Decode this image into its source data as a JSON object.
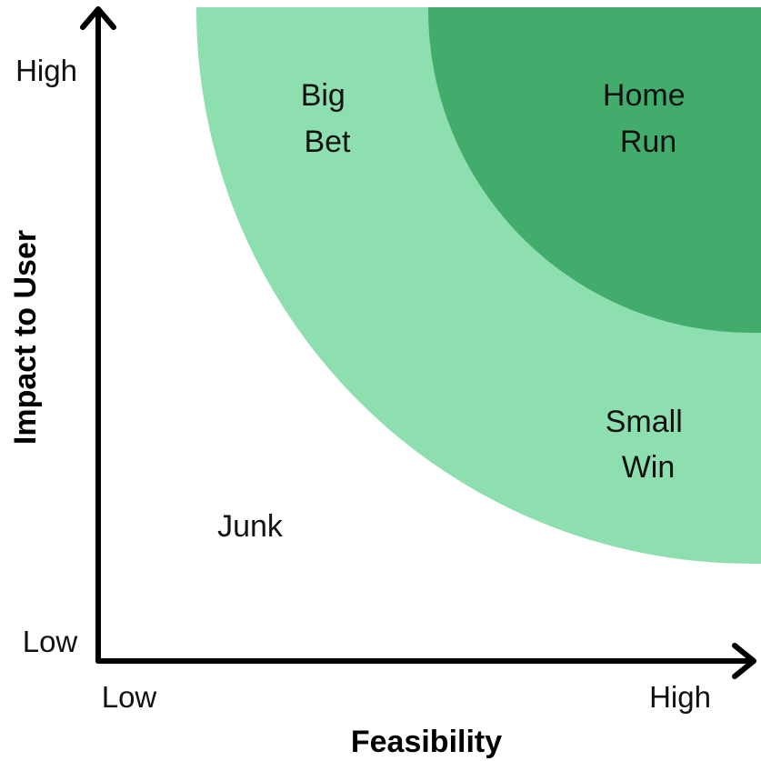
{
  "colors": {
    "outer_zone": "#8EDFAF",
    "inner_zone": "#42AC6C",
    "axis": "#000000",
    "text": "#111111",
    "background": "#FFFFFF"
  },
  "zones": [
    {
      "id": "small_win_zone",
      "color_key": "outer_zone"
    },
    {
      "id": "home_run_zone",
      "color_key": "inner_zone"
    }
  ],
  "labels": {
    "big_bet": [
      "Big",
      "Bet"
    ],
    "home_run": [
      "Home",
      "Run"
    ],
    "small_win": [
      "Small",
      "Win"
    ],
    "junk": "Junk"
  },
  "axes": {
    "x": {
      "title": "Feasibility",
      "low": "Low",
      "high": "High"
    },
    "y": {
      "title": "Impact to User",
      "low": "Low",
      "high": "High"
    }
  }
}
